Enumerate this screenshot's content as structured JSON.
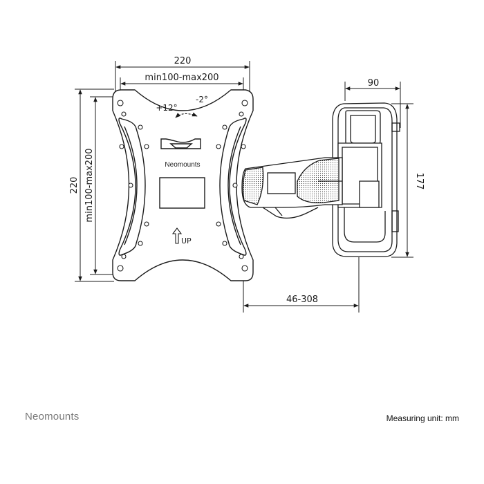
{
  "dimensions": {
    "plate_width_outer": "220",
    "plate_width_vesa": "min100-max200",
    "plate_height_outer": "220",
    "plate_height_vesa": "min100-max200",
    "wall_plate_width": "90",
    "wall_plate_height": "177",
    "arm_extension": "46-308"
  },
  "annotations": {
    "tilt_up": "+12°",
    "tilt_down": "-2°",
    "up_label": "UP",
    "plate_logo": "Neomounts"
  },
  "footer": {
    "brand": "Neomounts",
    "unit_note": "Measuring unit: mm"
  },
  "colors": {
    "line": "#1a1a1a",
    "footer_brand": "#7a7a7a"
  },
  "icons": {
    "up_arrow": "arrow-up-icon",
    "tilt_arc": "tilt-arc-icon"
  }
}
